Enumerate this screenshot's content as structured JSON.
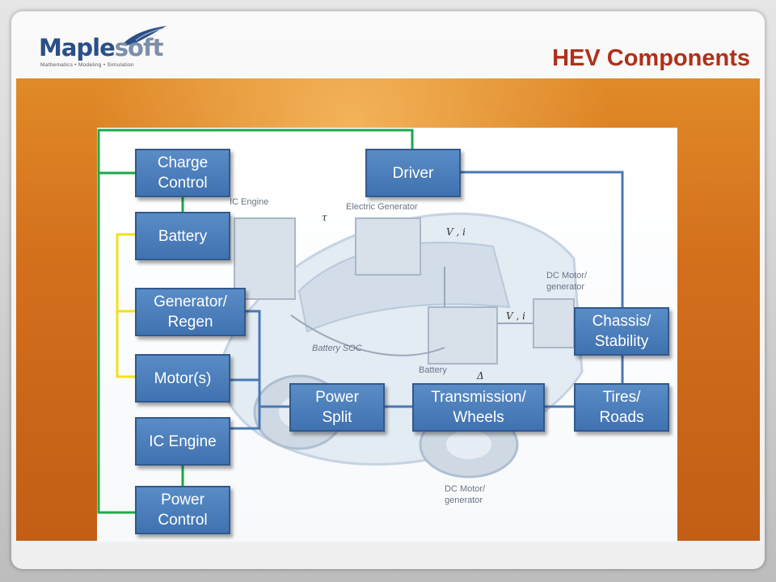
{
  "header": {
    "logo_main": "Maple",
    "logo_soft": "soft",
    "logo_tagline": "Mathematics • Modeling • Simulation",
    "title": "HEV Components"
  },
  "colors": {
    "title": "#b0301a",
    "box_fill": "#4a7dbd",
    "link_green": "#1fa84a",
    "link_yellow": "#f2e11c",
    "link_blue": "#4a78b4",
    "banner": "#d36f1c"
  },
  "diagram": {
    "boxes": {
      "charge_control": "Charge\nControl",
      "driver": "Driver",
      "battery": "Battery",
      "generator_regen": "Generator/\nRegen",
      "chassis_stability": "Chassis/\nStability",
      "motors": "Motor(s)",
      "power_split": "Power\nSplit",
      "transmission_wheels": "Transmission/\nWheels",
      "tires_roads": "Tires/\nRoads",
      "ic_engine": "IC Engine",
      "power_control": "Power\nControl"
    },
    "background_labels": {
      "ic_engine": "IC Engine",
      "electric_generator": "Electric Generator",
      "dc_motor_generator_top": "DC Motor/\ngenerator",
      "battery_soc": "Battery SOC",
      "battery": "Battery",
      "dc_motor_generator_bottom": "DC Motor/\ngenerator",
      "tau": "τ",
      "v_i_1": "V , i",
      "v_i_2": "V , i",
      "delta": "Δ"
    }
  }
}
